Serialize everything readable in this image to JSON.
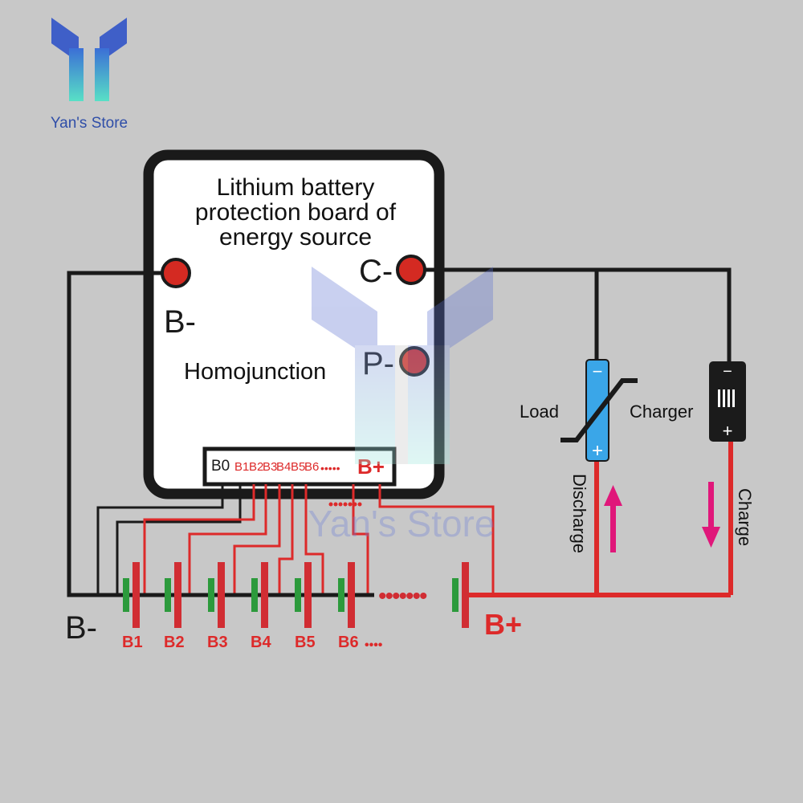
{
  "brand": {
    "store_name": "Yan's Store",
    "watermark": "Yan's Store"
  },
  "board": {
    "title_lines": [
      "Lithium battery",
      "protection board of",
      "energy source"
    ],
    "terminal_b_minus": "B-",
    "terminal_c_minus": "C-",
    "terminal_p_minus": "P-",
    "homojunction": "Homojunction",
    "connector_labels": [
      "B0",
      "B1",
      "B2",
      "B3",
      "B4",
      "B5",
      "B6",
      "•••••",
      "B+"
    ]
  },
  "pack": {
    "b_minus": "B-",
    "b_plus": "B+",
    "cells": [
      "B1",
      "B2",
      "B3",
      "B4",
      "B5",
      "B6"
    ],
    "cells_more": "••••",
    "chain_dots": "•••••••"
  },
  "load": {
    "label": "Load",
    "minus": "−",
    "plus": "+",
    "direction_label": "Discharge"
  },
  "charger": {
    "label": "Charger",
    "minus": "−",
    "plus": "+",
    "direction_label": "Charge"
  },
  "colors": {
    "background": "#c8c8c8",
    "wire_black": "#1a1a1a",
    "wire_red": "#dd2a2a",
    "cell_red": "#d12d33",
    "cell_green": "#2c9a3c",
    "terminal_red": "#d42a22",
    "load_blue": "#3aa6e8",
    "arrow_magenta": "#e0177a"
  }
}
